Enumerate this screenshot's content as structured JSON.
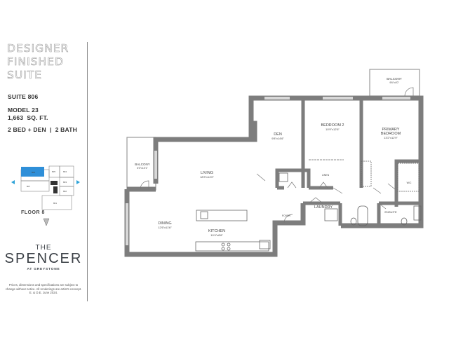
{
  "headline": [
    "DESIGNER",
    "FINISHED",
    "SUITE"
  ],
  "suite": "SUITE 806",
  "model": "MODEL 23",
  "area": "1,663  SQ. FT.",
  "layout": "2 BED + DEN  |  2 BATH",
  "keyplan": {
    "floor_label": "FLOOR 8",
    "highlight_color": "#2f8fd8",
    "units": [
      "806",
      "805",
      "804",
      "807",
      "803",
      "802",
      "801"
    ]
  },
  "brand": {
    "the": "THE",
    "name": "SPENCER",
    "sub": "AT GREYSTONE",
    "accent": "#2fa3d8"
  },
  "disclaimer": "Prices, dimensions and specifications are subject to change without notice. All renderings are artist's concept. E. & O.E. June 2024.",
  "rooms": {
    "balcony_top": {
      "name": "BALCONY",
      "dim": "9'6\"x4'0\""
    },
    "balcony_left": {
      "name": "BALCONY",
      "dim": "6'0\"x10'1\""
    },
    "den": {
      "name": "DEN",
      "dim": "9'8\"x14'6\""
    },
    "bedroom2": {
      "name": "BEDROOM 2",
      "dim": "10'9\"x12'6\""
    },
    "primary": {
      "name1": "PRIMARY",
      "name2": "BEDROOM",
      "dim": "13'2\"x12'9\""
    },
    "living": {
      "name": "LIVING",
      "dim": "18'3\"x14'0\""
    },
    "dining": {
      "name": "DINING",
      "dim": "12'6\"x11'6\""
    },
    "kitchen": {
      "name": "KITCHEN",
      "dim": "10'4\"x8'6\""
    },
    "laundry": {
      "name": "LAUNDRY"
    },
    "linen": {
      "name": "LINEN"
    },
    "wic": {
      "name": "W/C"
    },
    "ensuite": {
      "name": "ENSUITE"
    },
    "foyer": {
      "name": "FOYER"
    }
  },
  "wall_color": "#7d7d7d"
}
